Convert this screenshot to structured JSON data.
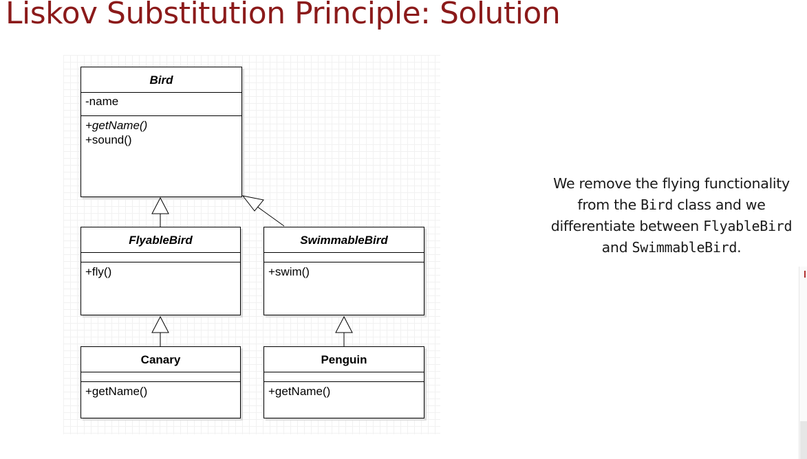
{
  "title": "Liskov Substitution Principle: Solution",
  "diagram": {
    "bird": {
      "name": "Bird",
      "attribute": "-name",
      "method_1": "+getName()",
      "method_2": "+sound()"
    },
    "flyable": {
      "name": "FlyableBird",
      "method_1": "+fly()"
    },
    "swimmable": {
      "name": "SwimmableBird",
      "method_1": "+swim()"
    },
    "canary": {
      "name": "Canary",
      "method_1": "+getName()"
    },
    "penguin": {
      "name": "Penguin",
      "method_1": "+getName()"
    }
  },
  "description": {
    "line1": "We remove the flying functionality",
    "line2_pre": "from the ",
    "line2_code": "Bird",
    "line2_post": " class and we",
    "line3_pre": "differentiate between ",
    "line3_code": "FlyableBird",
    "line4_pre": "and ",
    "line4_code": "SwimmableBird",
    "line4_post": "."
  },
  "colors": {
    "title": "#8b1a1a",
    "text": "#1a1a1a",
    "border": "#000000"
  }
}
